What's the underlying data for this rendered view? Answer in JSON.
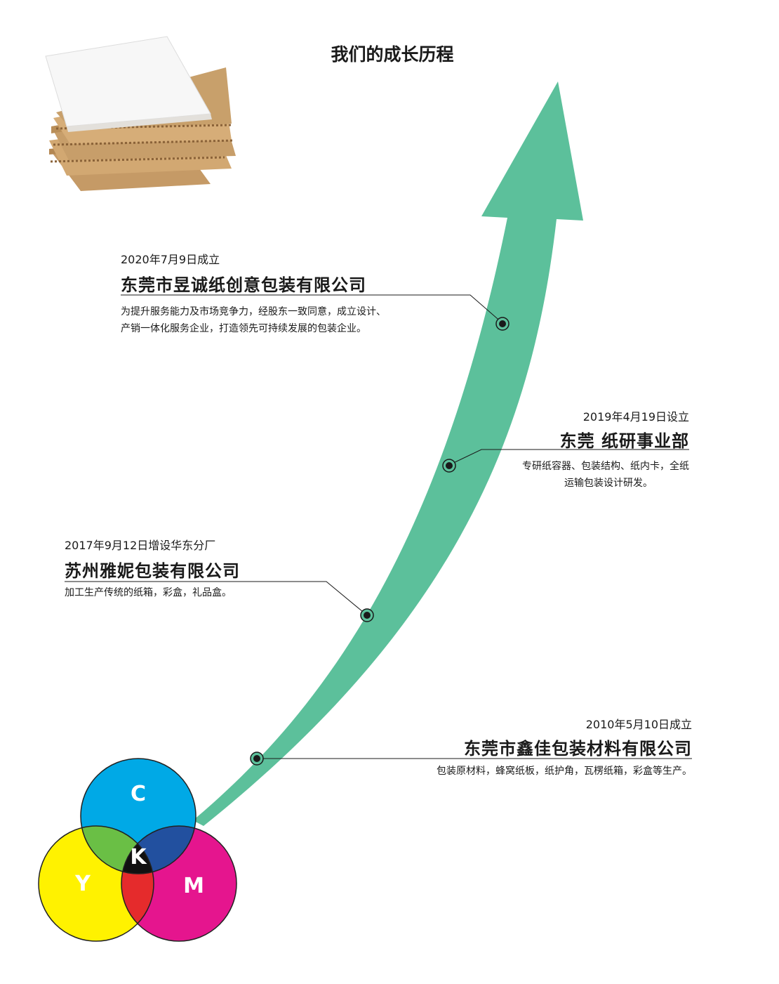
{
  "title": "我们的成长历程",
  "colors": {
    "arrow": "#5cc09b",
    "cyan": "#00a9e6",
    "magenta": "#e5158e",
    "yellow": "#fff200",
    "green": "#6abf45",
    "blue": "#22509f",
    "red": "#e52b2c",
    "black": "#111111"
  },
  "milestones": [
    {
      "date": "2020年7月9日成立",
      "company": "东莞市昱诚纸创意包装有限公司",
      "desc1": "为提升服务能力及市场竞争力，经股东一致同意，成立设计、",
      "desc2": "产销一体化服务企业，打造领先可持续发展的包装企业。"
    },
    {
      "date": "2019年4月19日设立",
      "company": "东莞 纸研事业部",
      "desc1": "专研纸容器、包装结构、纸内卡，全纸",
      "desc2": "运输包装设计研发。"
    },
    {
      "date": "2017年9月12日增设华东分厂",
      "company": "苏州雅妮包装有限公司",
      "desc1": "加工生产传统的纸箱，彩盒，礼品盒。",
      "desc2": ""
    },
    {
      "date": "2010年5月10日成立",
      "company": "东莞市鑫佳包装材料有限公司",
      "desc1": "包装原材料，蜂窝纸板，纸护角，瓦楞纸箱，彩盒等生产。",
      "desc2": ""
    }
  ],
  "cmyk": {
    "c": "C",
    "m": "M",
    "y": "Y",
    "k": "K"
  }
}
